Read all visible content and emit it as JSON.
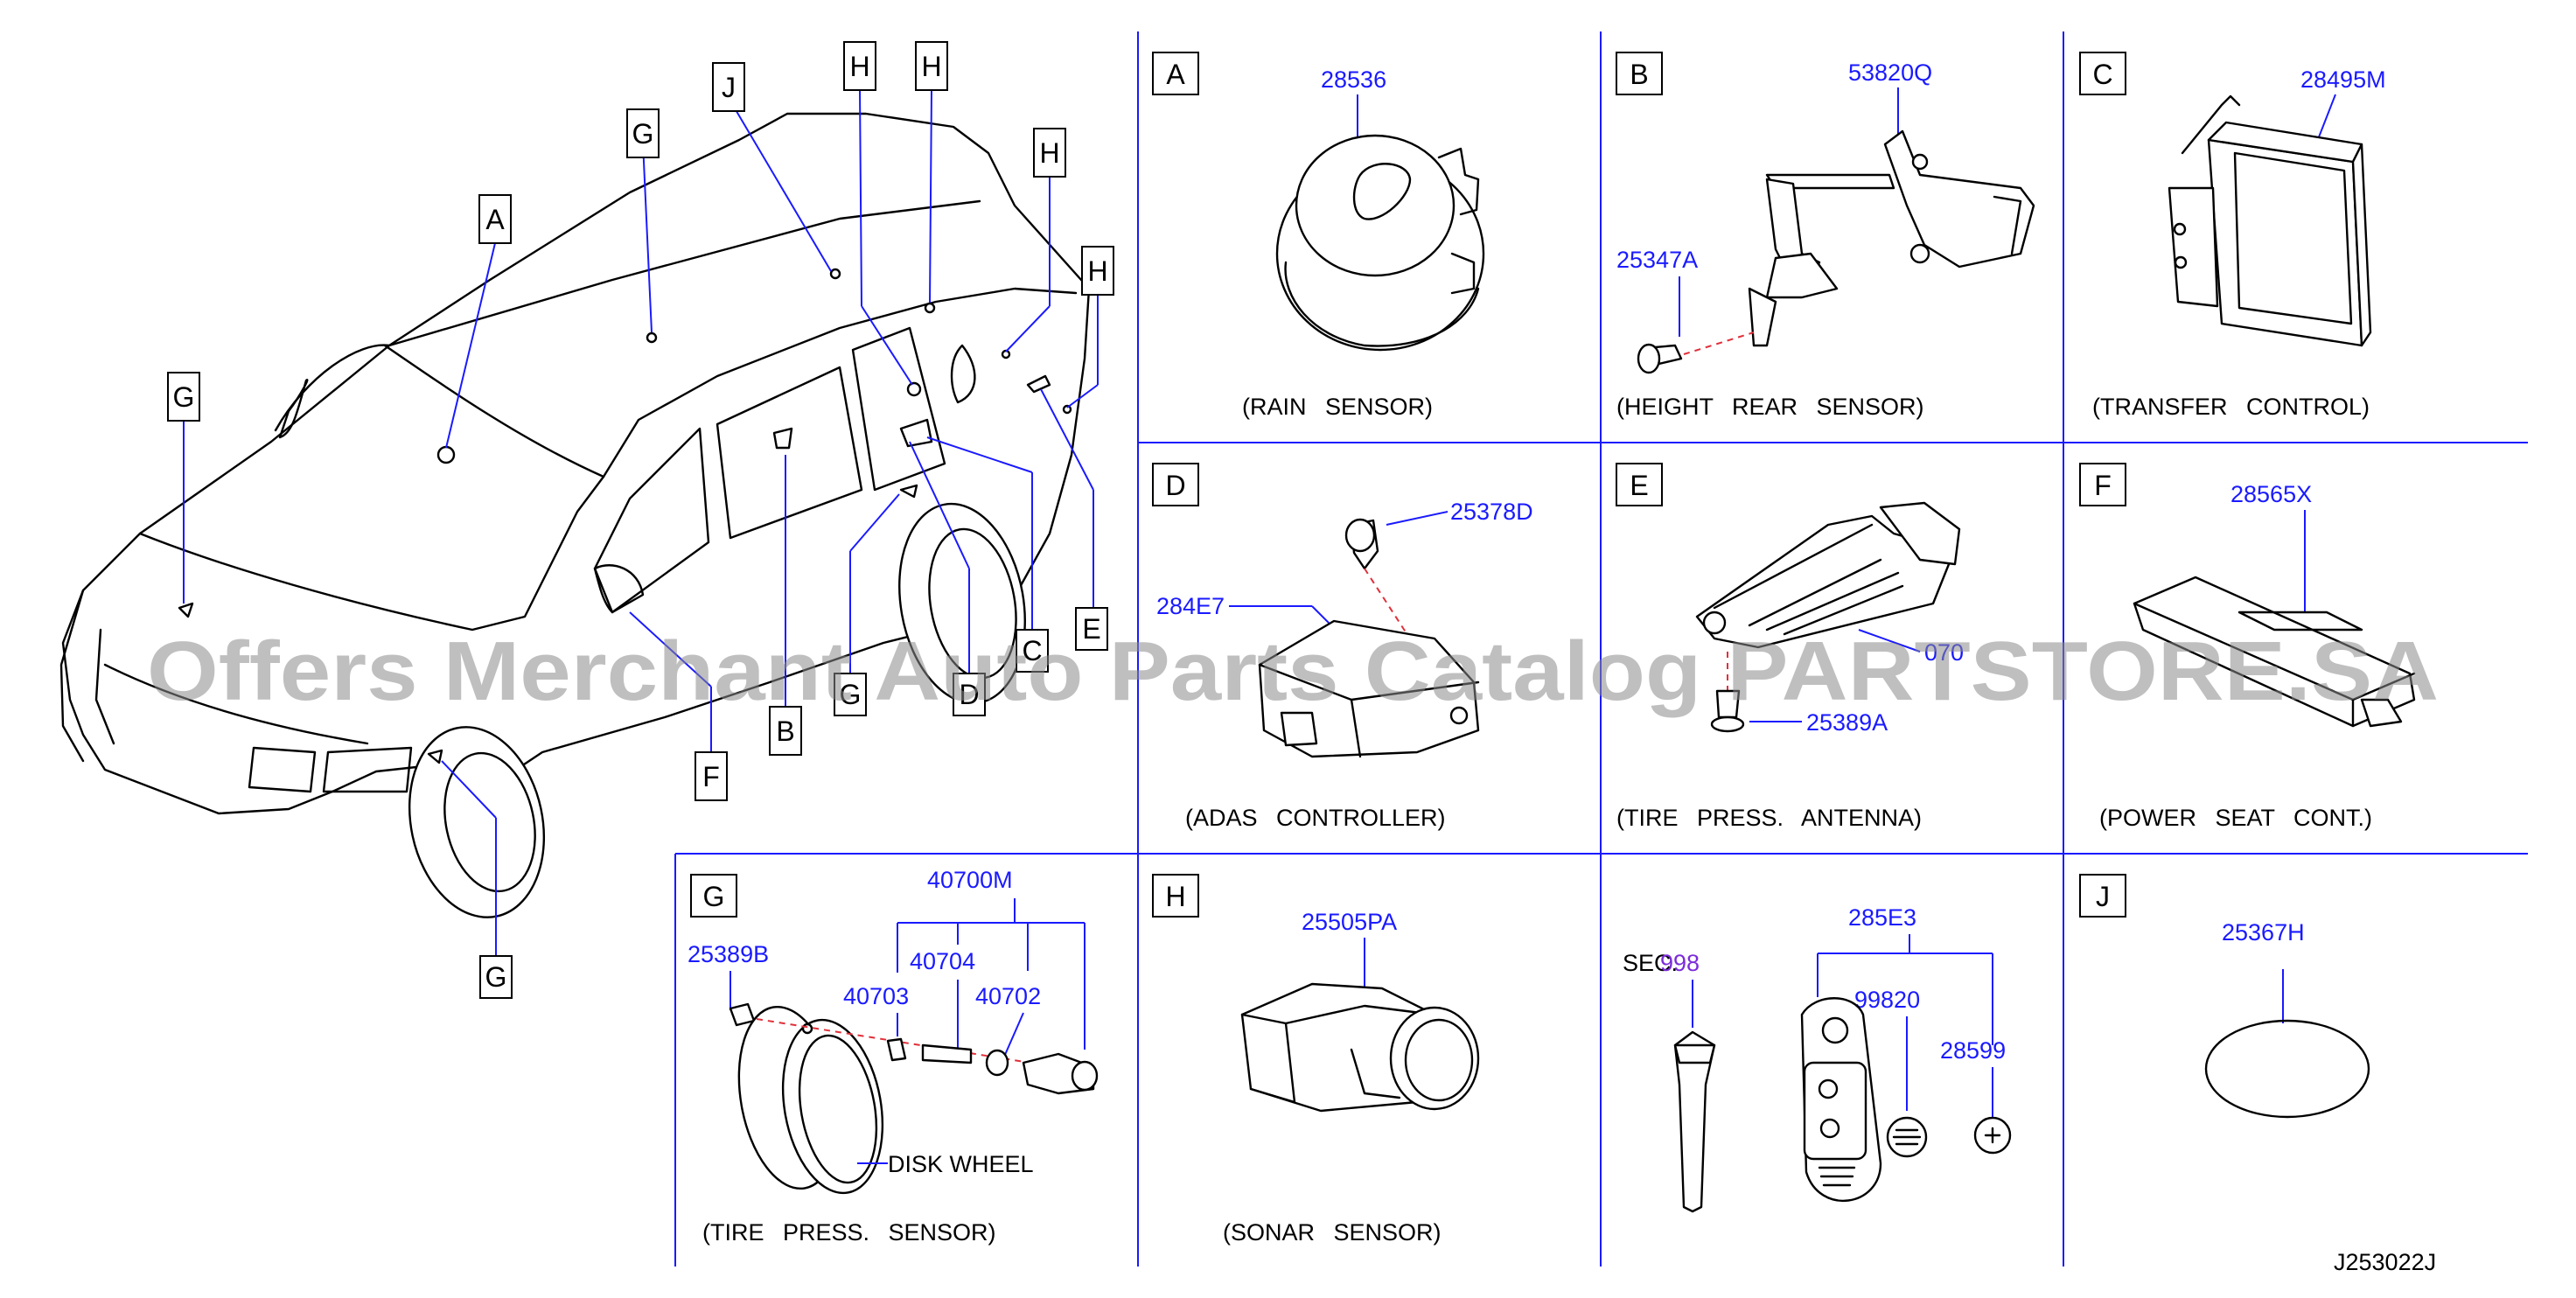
{
  "panels": [
    {
      "letter": "A",
      "caption": "(RAIN  SENSOR)",
      "parts": [
        "28536"
      ]
    },
    {
      "letter": "B",
      "caption": "(HEIGHT  REAR  SENSOR)",
      "parts": [
        "53820Q",
        "25347A"
      ]
    },
    {
      "letter": "C",
      "caption": "(TRANSFER  CONTROL)",
      "parts": [
        "28495M"
      ]
    },
    {
      "letter": "D",
      "caption": "(ADAS  CONTROLLER)",
      "parts": [
        "25378D",
        "284E7"
      ]
    },
    {
      "letter": "E",
      "caption": "(TIRE  PRESS.  ANTENNA)",
      "parts": [
        "070",
        "25389A"
      ]
    },
    {
      "letter": "F",
      "caption": "(POWER  SEAT  CONT.)",
      "parts": [
        "28565X"
      ]
    },
    {
      "letter": "G",
      "caption": "(TIRE  PRESS.  SENSOR)",
      "parts": [
        "40700M",
        "25389B",
        "40704",
        "40703",
        "40702"
      ],
      "note": "DISK  WHEEL"
    },
    {
      "letter": "H",
      "caption": "(SONAR  SENSOR)",
      "parts": [
        "25505PA"
      ]
    },
    {
      "letter": "",
      "caption": "",
      "parts": [
        "285E3",
        "99820",
        "28599"
      ],
      "sec_label": "SEC.",
      "sec_number": "998"
    },
    {
      "letter": "J",
      "caption": "",
      "parts": [
        "25367H"
      ]
    }
  ],
  "vehicle_callouts": [
    "A",
    "G",
    "H",
    "J",
    "H",
    "H",
    "H",
    "G",
    "E",
    "C",
    "D",
    "G",
    "B",
    "F",
    "G"
  ],
  "diagram_code": "J253022J",
  "watermark": "Offers Merchant Auto Parts Catalog PARTSTORE.SA",
  "colors": {
    "part_number": "#1a1aff",
    "section_number": "#7b2cd9",
    "grid": "#1a1aff",
    "line": "#000000",
    "dashed_axis": "#e0303a"
  }
}
